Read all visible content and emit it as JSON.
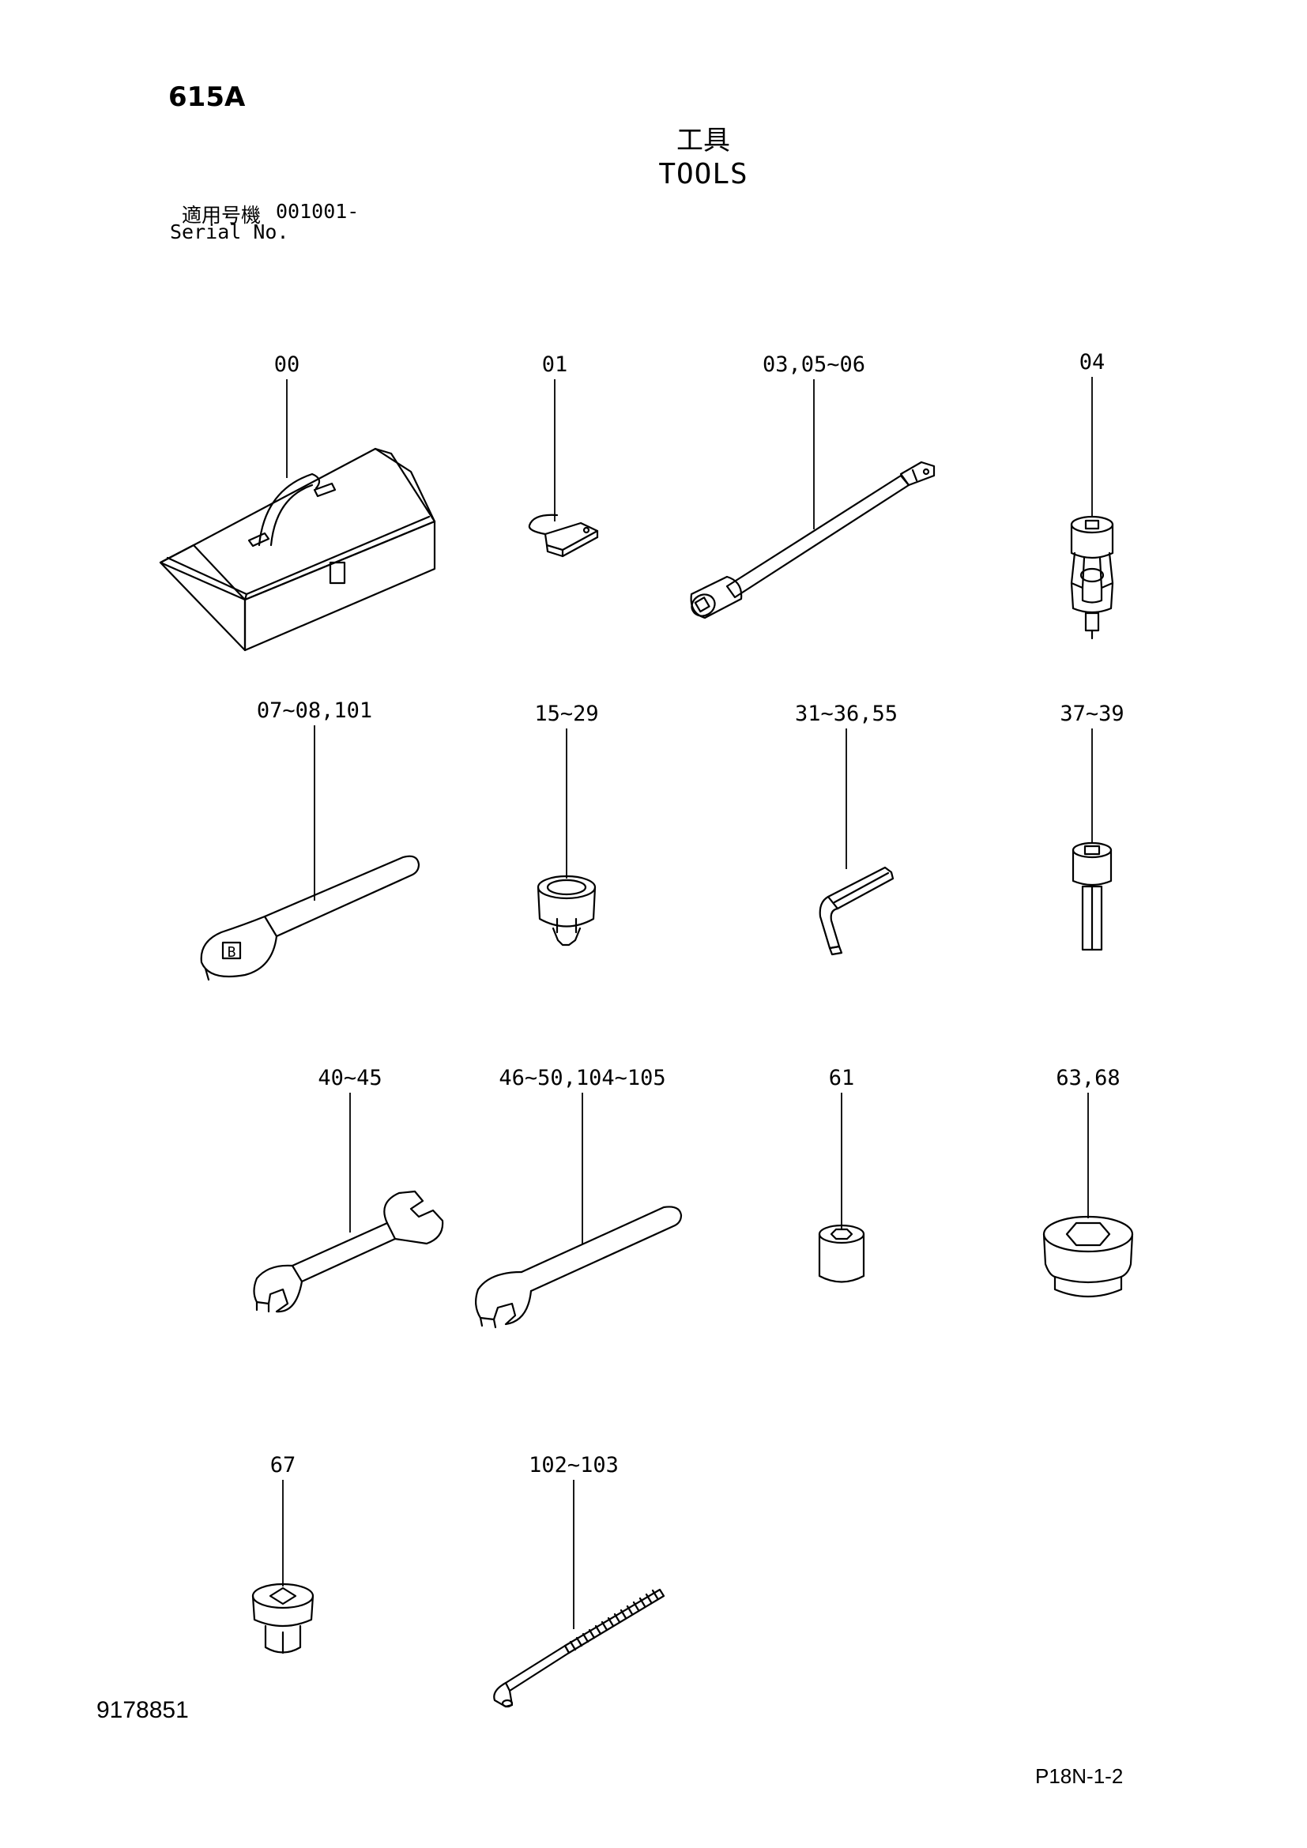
{
  "header": {
    "code": "615A",
    "title_jp": "工具",
    "title_en": "TOOLS",
    "serial_label_jp": "適用号機",
    "serial_value": "001001-",
    "serial_label_en": "Serial No."
  },
  "callouts": [
    {
      "id": "c00",
      "label": "00",
      "tool": "toolbox"
    },
    {
      "id": "c01",
      "label": "01",
      "tool": "key-fob"
    },
    {
      "id": "c03",
      "label": "03,05~06",
      "tool": "extension-bar"
    },
    {
      "id": "c04",
      "label": "04",
      "tool": "universal-joint"
    },
    {
      "id": "c07",
      "label": "07~08,101",
      "tool": "ratchet-handle"
    },
    {
      "id": "c15",
      "label": "15~29",
      "tool": "12-point-socket"
    },
    {
      "id": "c31",
      "label": "31~36,55",
      "tool": "hex-key"
    },
    {
      "id": "c37",
      "label": "37~39",
      "tool": "hex-bit-socket"
    },
    {
      "id": "c40",
      "label": "40~45",
      "tool": "double-open-wrench"
    },
    {
      "id": "c46",
      "label": "46~50,104~105",
      "tool": "single-open-wrench"
    },
    {
      "id": "c61",
      "label": "61",
      "tool": "hex-socket"
    },
    {
      "id": "c63",
      "label": "63,68",
      "tool": "large-hex-socket"
    },
    {
      "id": "c67",
      "label": "67",
      "tool": "square-adapter-socket"
    },
    {
      "id": "c102",
      "label": "102~103",
      "tool": "threaded-l-rod"
    }
  ],
  "ratchet_mark": "B",
  "footer": {
    "drawing_number": "9178851",
    "page_number": "P18N-1-2"
  }
}
